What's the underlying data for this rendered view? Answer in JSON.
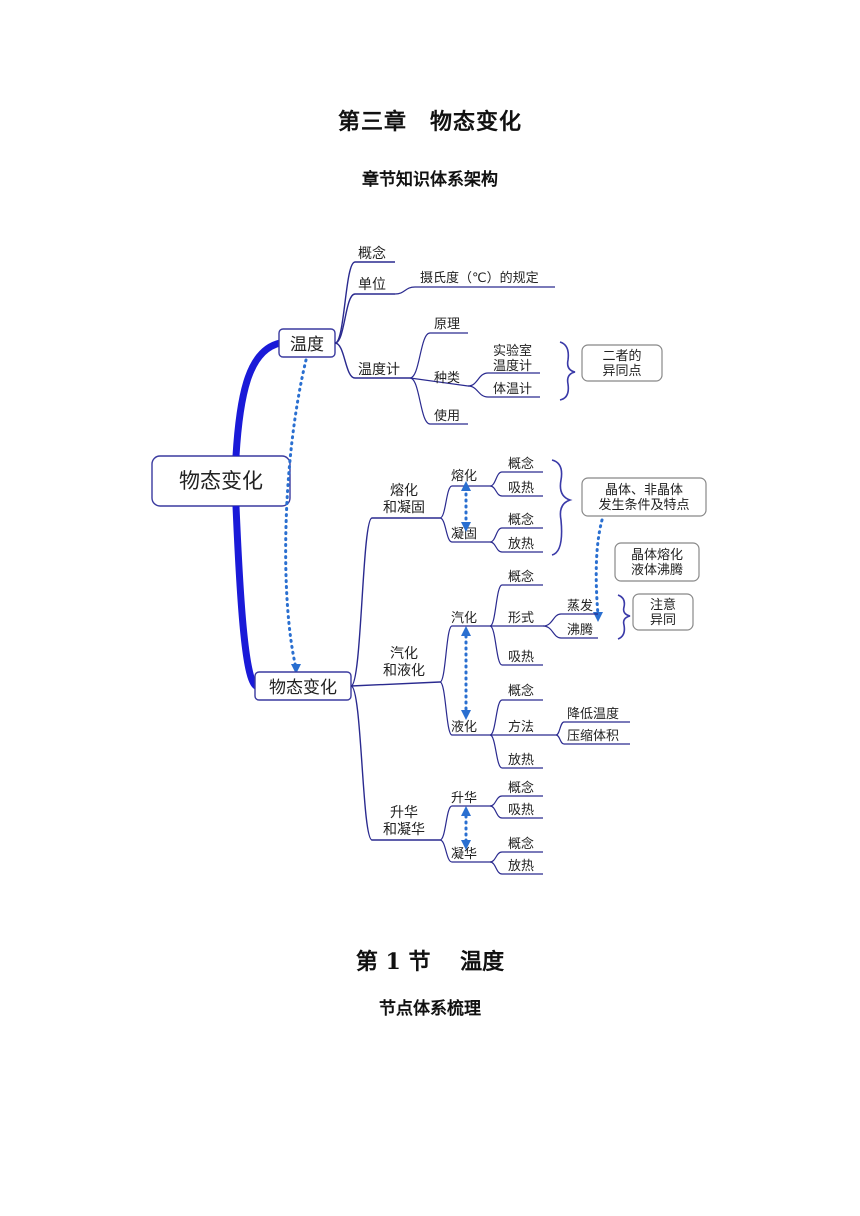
{
  "header": {
    "chapter_title": "第三章　物态变化",
    "chapter_subtitle": "章节知识体系架构",
    "section_title": "第 1 节　 温度",
    "section_subtitle": "节点体系梳理"
  },
  "mind_map": {
    "root": "物态变化",
    "temperature": {
      "label": "温度",
      "concept": "概念",
      "unit": "单位",
      "unit_detail": "摄氏度（℃）的规定",
      "thermometer": "温度计",
      "principle": "原理",
      "types": "种类",
      "lab_line1": "实验室",
      "lab_line2": "温度计",
      "clinical": "体温计",
      "compare_line1": "二者的",
      "compare_line2": "异同点",
      "usage": "使用"
    },
    "phase_change": {
      "label": "物态变化",
      "melting_group_line1": "熔化",
      "melting_group_line2": "和凝固",
      "melting": "熔化",
      "melting_concept": "概念",
      "melting_absorb": "吸热",
      "solidify": "凝固",
      "solidify_concept": "概念",
      "solidify_release": "放热",
      "crystal_line1": "晶体、非晶体",
      "crystal_line2": "发生条件及特点",
      "compare2_line1": "晶体熔化",
      "compare2_line2": "液体沸腾",
      "vapor_group_line1": "汽化",
      "vapor_group_line2": "和液化",
      "vaporize": "汽化",
      "vaporize_concept": "概念",
      "vaporize_forms": "形式",
      "evaporation": "蒸发",
      "boiling": "沸腾",
      "note_line1": "注意",
      "note_line2": "异同",
      "vaporize_absorb": "吸热",
      "liquefy": "液化",
      "liquefy_concept": "概念",
      "liquefy_methods": "方法",
      "lower_temp": "降低温度",
      "compress": "压缩体积",
      "liquefy_release": "放热",
      "sublime_group_line1": "升华",
      "sublime_group_line2": "和凝华",
      "sublime": "升华",
      "sublime_concept": "概念",
      "sublime_absorb": "吸热",
      "deposit": "凝华",
      "deposit_concept": "概念",
      "deposit_release": "放热"
    }
  }
}
